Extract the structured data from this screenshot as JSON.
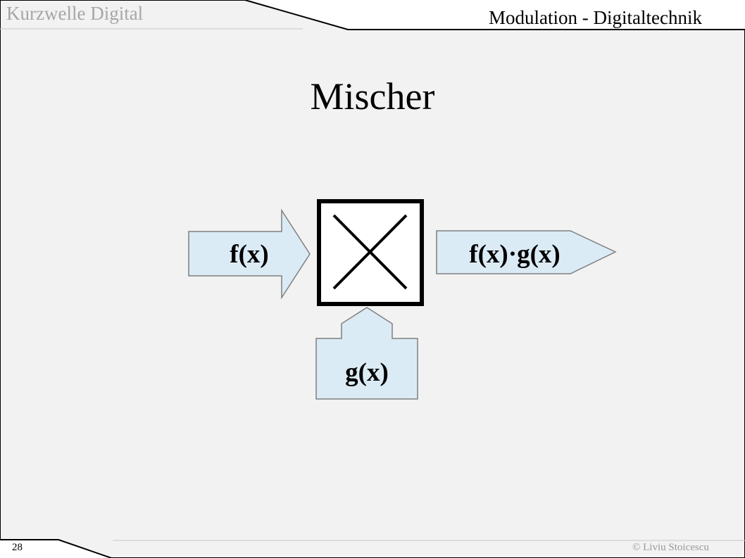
{
  "header": {
    "brand": "Kurzwelle Digital",
    "title": "Modulation - Digitaltechnik"
  },
  "slide": {
    "title": "Mischer"
  },
  "diagram": {
    "input_f": "f(x)",
    "input_g": "g(x)",
    "output": "f(x)·g(x)",
    "mixer_symbol": "multiply-cross-icon"
  },
  "footer": {
    "page_number": "28",
    "copyright": "© Liviu Stoicescu"
  },
  "colors": {
    "background": "#f2f2f2",
    "arrow_fill": "#dbebf5",
    "arrow_stroke": "#7f7f7f",
    "brand_text": "#a6a6a6"
  }
}
